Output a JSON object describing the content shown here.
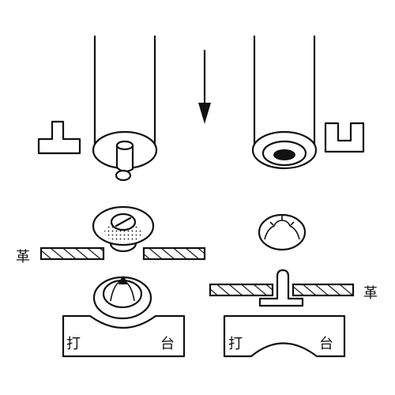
{
  "labels": {
    "leather_left": "革",
    "leather_right": "革",
    "anvil_left": [
      "打",
      "台"
    ],
    "anvil_right": [
      "打",
      "台"
    ]
  },
  "colors": {
    "ink": "#111111",
    "paper": "#ffffff"
  },
  "icons": {
    "press_direction": "arrow-down-icon"
  }
}
